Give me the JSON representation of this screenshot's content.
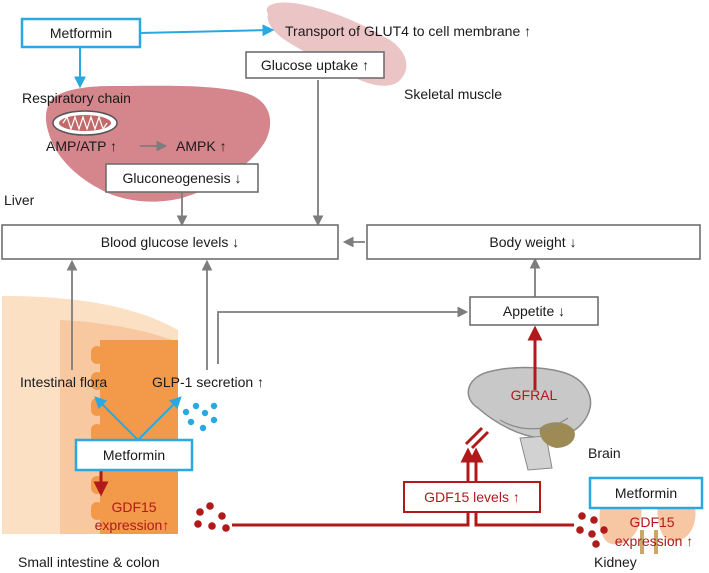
{
  "labels": {
    "metformin_top": "Metformin",
    "transport_glut4": "Transport of GLUT4 to cell membrane ↑",
    "glucose_uptake": "Glucose uptake ↑",
    "skeletal_muscle": "Skeletal muscle",
    "respiratory_chain": "Respiratory chain",
    "amp_atp": "AMP/ATP ↑",
    "ampk": "AMPK ↑",
    "gluconeogenesis": "Gluconeogenesis ↓",
    "liver": "Liver",
    "blood_glucose": "Blood glucose levels ↓",
    "body_weight": "Body weight  ↓",
    "appetite": "Appetite ↓",
    "intestinal_flora": "Intestinal flora",
    "glp1_secretion": "GLP-1 secretion ↑",
    "metformin_intestine": "Metformin",
    "gdf15_expression_intestine_1": "GDF15",
    "gdf15_expression_intestine_2": "expression↑",
    "small_intestine_colon": "Small intestine & colon",
    "gfral": "GFRAL",
    "brain": "Brain",
    "gdf15_levels": "GDF15 levels ↑",
    "metformin_kidney": "Metformin",
    "gdf15_expression_kidney_1": "GDF15",
    "gdf15_expression_kidney_2": "expression ↑",
    "kidney": "Kidney"
  },
  "colors": {
    "metformin_box": "#2aa8e0",
    "flow_arrow": "#7d7d7d",
    "gdf15_pathway": "#b01a1a",
    "liver_fill": "#d4868c",
    "muscle_fill": "#ebc5c5",
    "intestine_fill": "#f39a4a",
    "brain_fill": "#c8c8c8",
    "kidney_fill": "#f7c6a3"
  },
  "icons": [
    "mitochondrion-icon",
    "liver-organ",
    "muscle-organ",
    "intestine-organ",
    "brain-organ",
    "kidney-organ",
    "glp1-particles",
    "gdf15-particles"
  ]
}
